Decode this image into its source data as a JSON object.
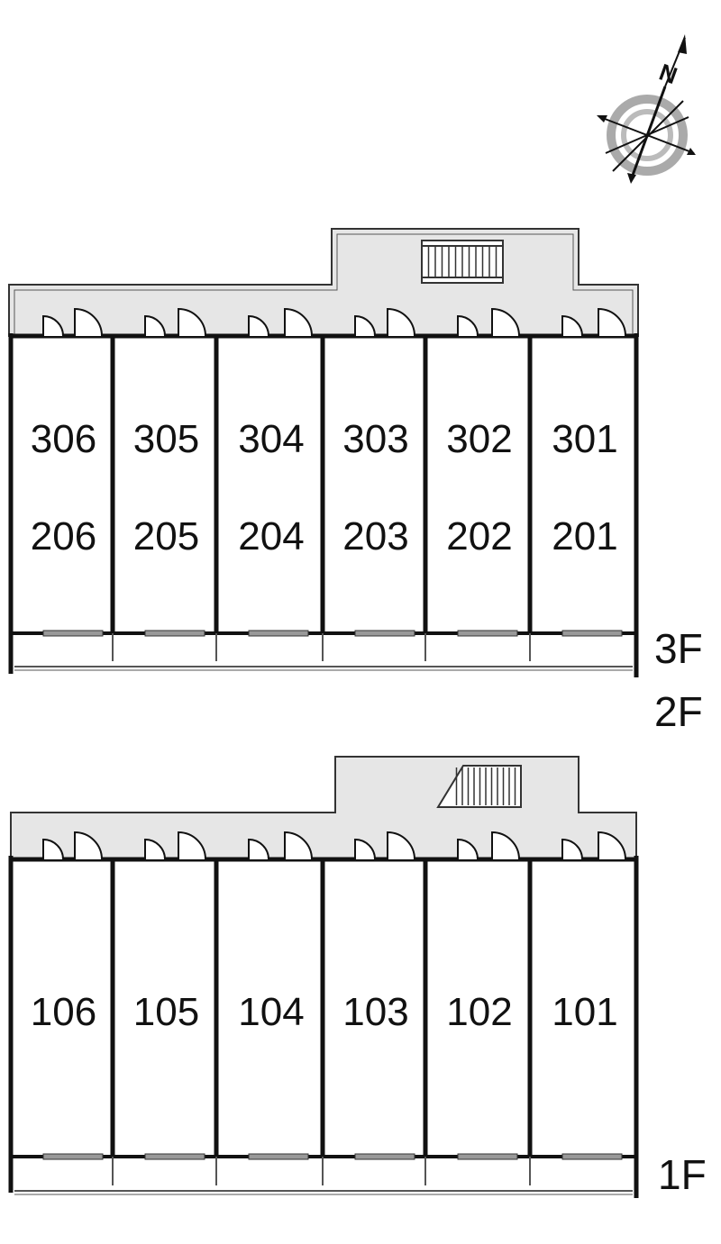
{
  "compass": {
    "north_label": "N",
    "icon": "compass-rose-icon"
  },
  "colors": {
    "corridor": "#e6e6e6",
    "wall": "#111111",
    "background": "#ffffff"
  },
  "upper_block": {
    "units_top": [
      "306",
      "305",
      "304",
      "303",
      "302",
      "301"
    ],
    "units_bottom": [
      "206",
      "205",
      "204",
      "203",
      "202",
      "201"
    ],
    "floor_labels": [
      "3F",
      "2F"
    ]
  },
  "lower_block": {
    "units": [
      "106",
      "105",
      "104",
      "103",
      "102",
      "101"
    ],
    "floor_labels": [
      "1F"
    ]
  }
}
